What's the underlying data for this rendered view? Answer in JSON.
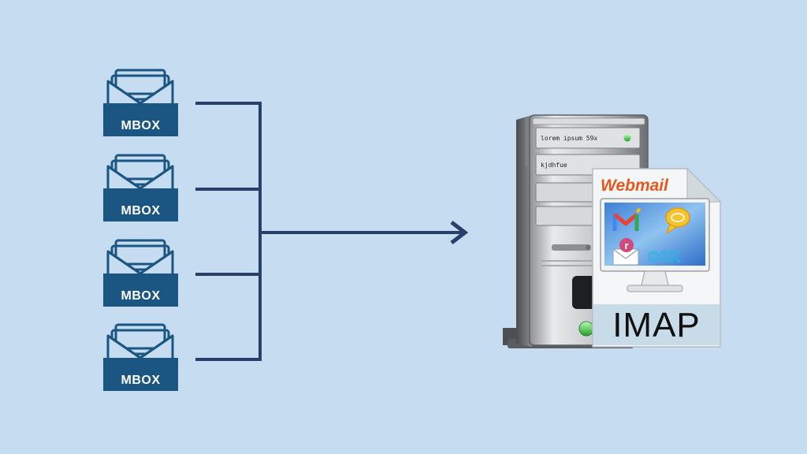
{
  "sources": {
    "items": [
      {
        "label": "MBOX"
      },
      {
        "label": "MBOX"
      },
      {
        "label": "MBOX"
      },
      {
        "label": "MBOX"
      }
    ]
  },
  "server": {
    "slots": [
      "lorem ipsum 59x",
      "kjdhfue"
    ]
  },
  "target": {
    "webmail_label": "Webmail",
    "imap_label": "IMAP",
    "cox_label": "cox",
    "r_label": "r"
  },
  "colors": {
    "background": "#c5dcf1",
    "icon_blue": "#1b5582",
    "connector": "#27406a",
    "webmail_orange": "#e8561c"
  },
  "icons": {
    "source": "mbox-inbox-tray-icon",
    "server": "server-tower-icon",
    "gmail": "gmail-logo-icon",
    "chat": "chat-bubble-icon",
    "mail": "envelope-icon"
  }
}
